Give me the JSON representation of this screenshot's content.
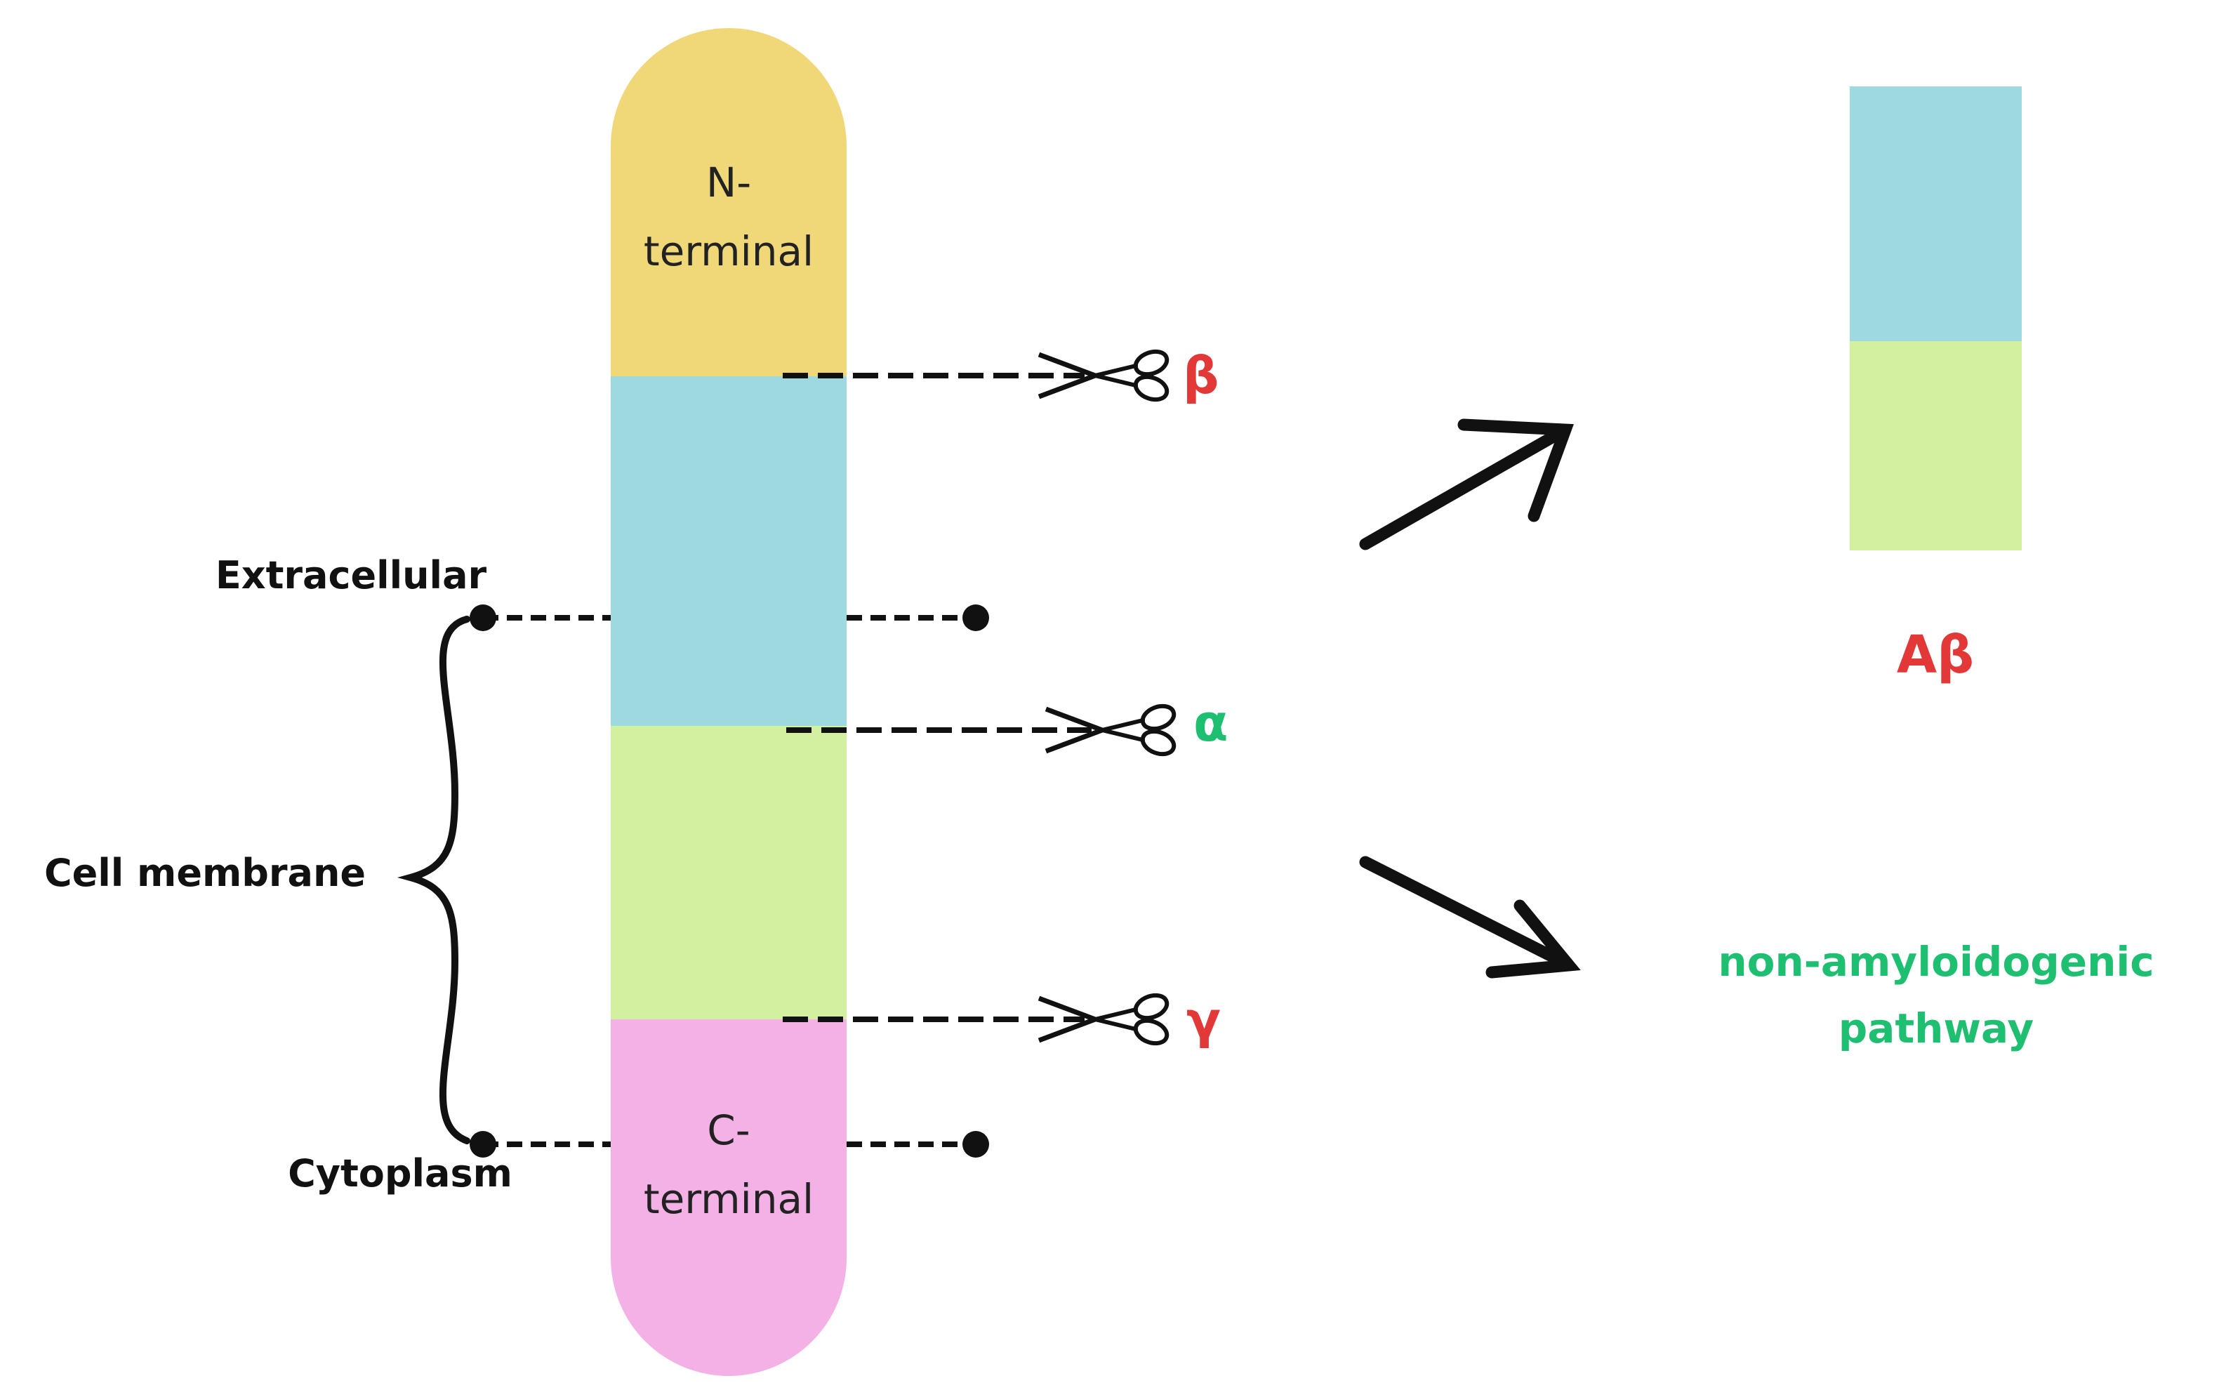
{
  "colors": {
    "n_terminal": "#f0d878",
    "extracellular_segment": "#9ed9df",
    "membrane_segment": "#d2f0a0",
    "c_terminal": "#f3b1e5",
    "red_label": "#e23838",
    "green_label": "#1fbf72",
    "ink": "#111111"
  },
  "labels": {
    "extracellular": "Extracellular",
    "cell_membrane": "Cell membrane",
    "cytoplasm": "Cytoplasm",
    "n_terminal_line1": "N-",
    "n_terminal_line2": "terminal",
    "c_terminal_line1": "C-",
    "c_terminal_line2": "terminal"
  },
  "cleavage_sites": {
    "beta": "β",
    "alpha": "α",
    "gamma": "γ"
  },
  "products": {
    "amyloid_beta": "Aβ",
    "non_amyloidogenic_line1": "non-amyloidogenic",
    "non_amyloidogenic_line2": "pathway"
  },
  "icons": [
    "scissors-icon",
    "arrow-icon",
    "brace-icon"
  ]
}
